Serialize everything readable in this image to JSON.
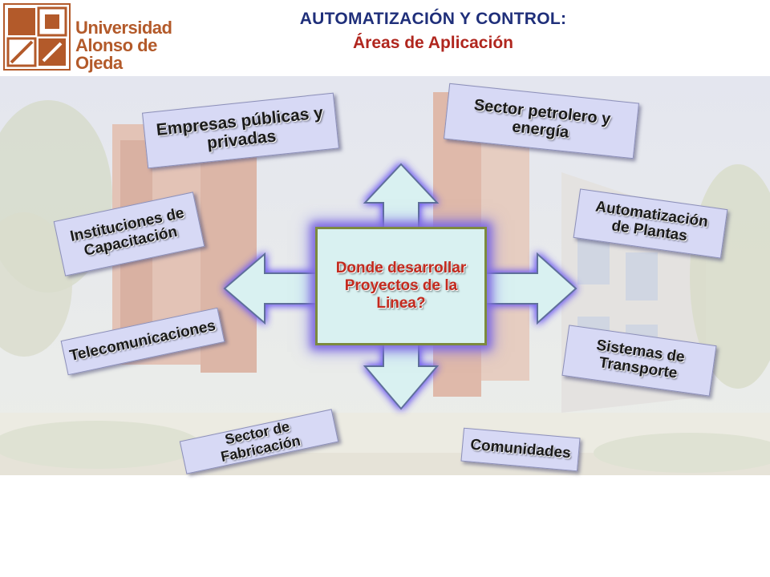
{
  "header": {
    "logo_line1": "Universidad",
    "logo_line2": "Alonso de Ojeda",
    "title": "AUTOMATIZACIÓN Y CONTROL:",
    "subtitle": "Áreas de Aplicación"
  },
  "diagram": {
    "center": "Donde desarrollar Proyectos de la Linea?",
    "areas": {
      "empresas": "Empresas públicas y privadas",
      "petrolero": "Sector petrolero y energía",
      "instituciones": "Instituciones de Capacitación",
      "automatizacion": "Automatización de Plantas",
      "telecom": "Telecomunicaciones",
      "transporte": "Sistemas de Transporte",
      "fabricacion": "Sector de Fabricación",
      "comunidades": "Comunidades"
    }
  },
  "colors": {
    "title": "#1f2f7a",
    "subtitle": "#b0261e",
    "logo": "#b35a2a",
    "card": "#d7d9f5",
    "center_fill": "#d9f1f1",
    "arrow_fill": "#d9f1f1",
    "glow": "#7f6ae0"
  }
}
